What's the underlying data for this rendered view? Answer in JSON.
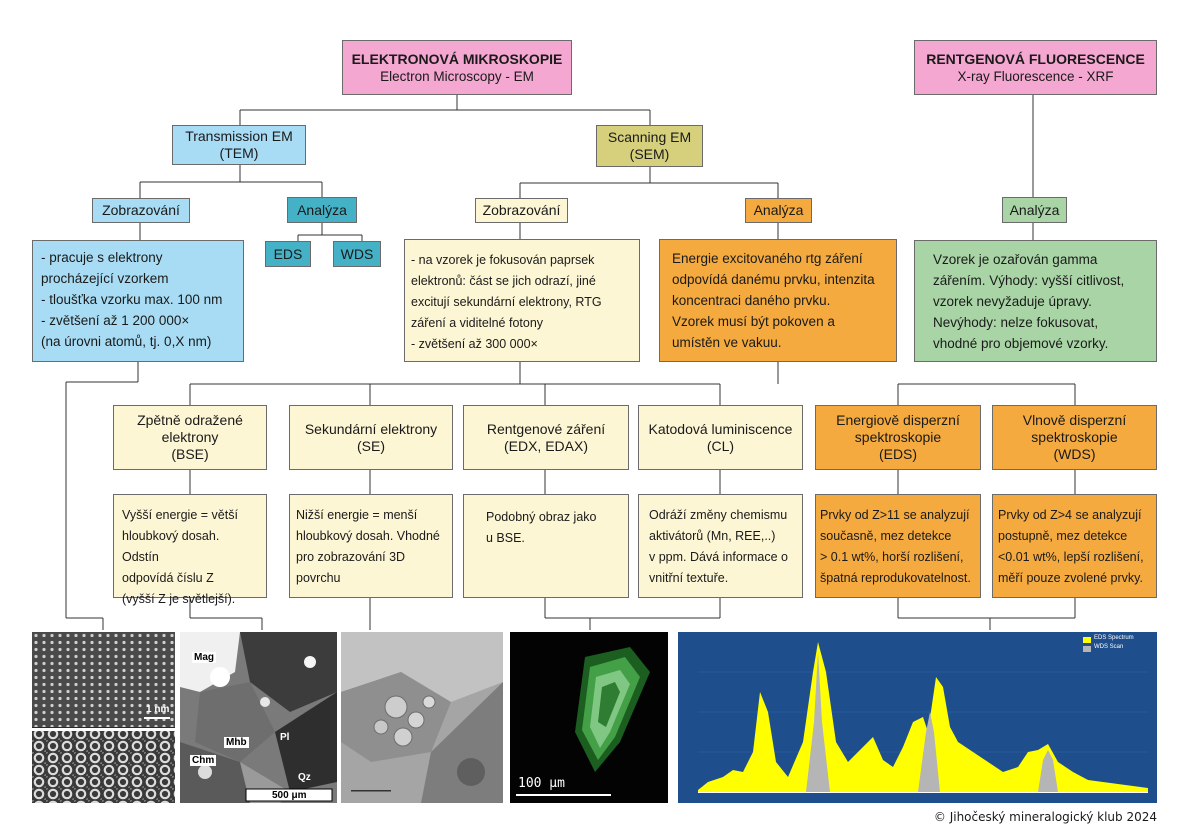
{
  "em": {
    "title": "ELEKTRONOVÁ MIKROSKOPIE",
    "subtitle": "Electron Microscopy - EM"
  },
  "xrf": {
    "title": "RENTGENOVÁ FLUORESCENCE",
    "subtitle": "X-ray Fluorescence - XRF"
  },
  "tem": {
    "line1": "Transmission EM",
    "line2": "(TEM)",
    "imaging": "Zobrazování",
    "analysis": "Analýza",
    "eds": "EDS",
    "wds": "WDS",
    "text": "- pracuje s elektrony\n   procházející vzorkem\n- tloušťka vzorku max. 100 nm\n- zvětšení až 1 200 000×\n   (na úrovni atomů, tj. 0,X nm)"
  },
  "sem": {
    "line1": "Scanning EM",
    "line2": "(SEM)",
    "imaging": "Zobrazování",
    "analysis": "Analýza",
    "imaging_text": "- na vzorek je fokusován paprsek\n   elektronů: část se jich odrazí, jiné\n   excitují sekundární elektrony, RTG\n   záření a viditelné fotony\n- zvětšení až 300 000×",
    "analysis_text": "Energie excitovaného rtg záření\nodpovídá danému prvku, intenzita\nkoncentraci daného prvku.\nVzorek musí být pokoven a\numístěn ve vakuu."
  },
  "xrf_branch": {
    "analysis": "Analýza",
    "text": "Vzorek je ozařován gamma\nzářením. Výhody: vyšší citlivost,\nvzorek nevyžaduje úpravy.\nNevýhody: nelze fokusovat,\nvhodné pro objemové vzorky."
  },
  "modes": [
    {
      "title1": "Zpětně odražené",
      "title2": "elektrony",
      "title3": "(BSE)",
      "desc": "Vyšší energie = větší\nhloubkový dosah. Odstín\nodpovídá číslu Z\n(vyšší Z je světlejší)."
    },
    {
      "title1": "Sekundární elektrony",
      "title2": "(SE)",
      "title3": "",
      "desc": "Nižší energie = menší\nhloubkový dosah. Vhodné\npro zobrazování 3D\npovrchu"
    },
    {
      "title1": "Rentgenové záření",
      "title2": "(EDX, EDAX)",
      "title3": "",
      "desc": "Podobný obraz jako\nu BSE."
    },
    {
      "title1": "Katodová luminiscence",
      "title2": "(CL)",
      "title3": "",
      "desc": "Odráží změny chemismu\naktivátorů (Mn, REE,..)\nv ppm. Dává informace o\nvnitřní textuře."
    },
    {
      "title1": "Energiově disperzní",
      "title2": "spektroskopie",
      "title3": "(EDS)",
      "desc": "Prvky od Z>11 se analyzují\nsoučasně, mez detekce\n> 0.1 wt%, horší rozlišení,\nšpatná reprodukovatelnost."
    },
    {
      "title1": "Vlnově disperzní",
      "title2": "spektroskopie",
      "title3": "(WDS)",
      "desc": "Prvky od Z>4 se analyzují\npostupně, mez detekce\n<0.01 wt%, lepší rozlišení,\nměří pouze zvolené prvky."
    }
  ],
  "images": {
    "tem_scale": "1 nm",
    "bse_labels": [
      "Mag",
      "Mhb",
      "Pl",
      "Chm",
      "Qz"
    ],
    "bse_scale": "500 μm",
    "cl_scale": "100 μm",
    "spectrum_legend": [
      "EDS Spectrum",
      "WDS Scan"
    ],
    "spectrum_colors": {
      "eds": "#ffff00",
      "wds": "#b5b5b5",
      "bg": "#1f4e8c"
    }
  },
  "footer": "© Jihočeský mineralogický klub 2024"
}
